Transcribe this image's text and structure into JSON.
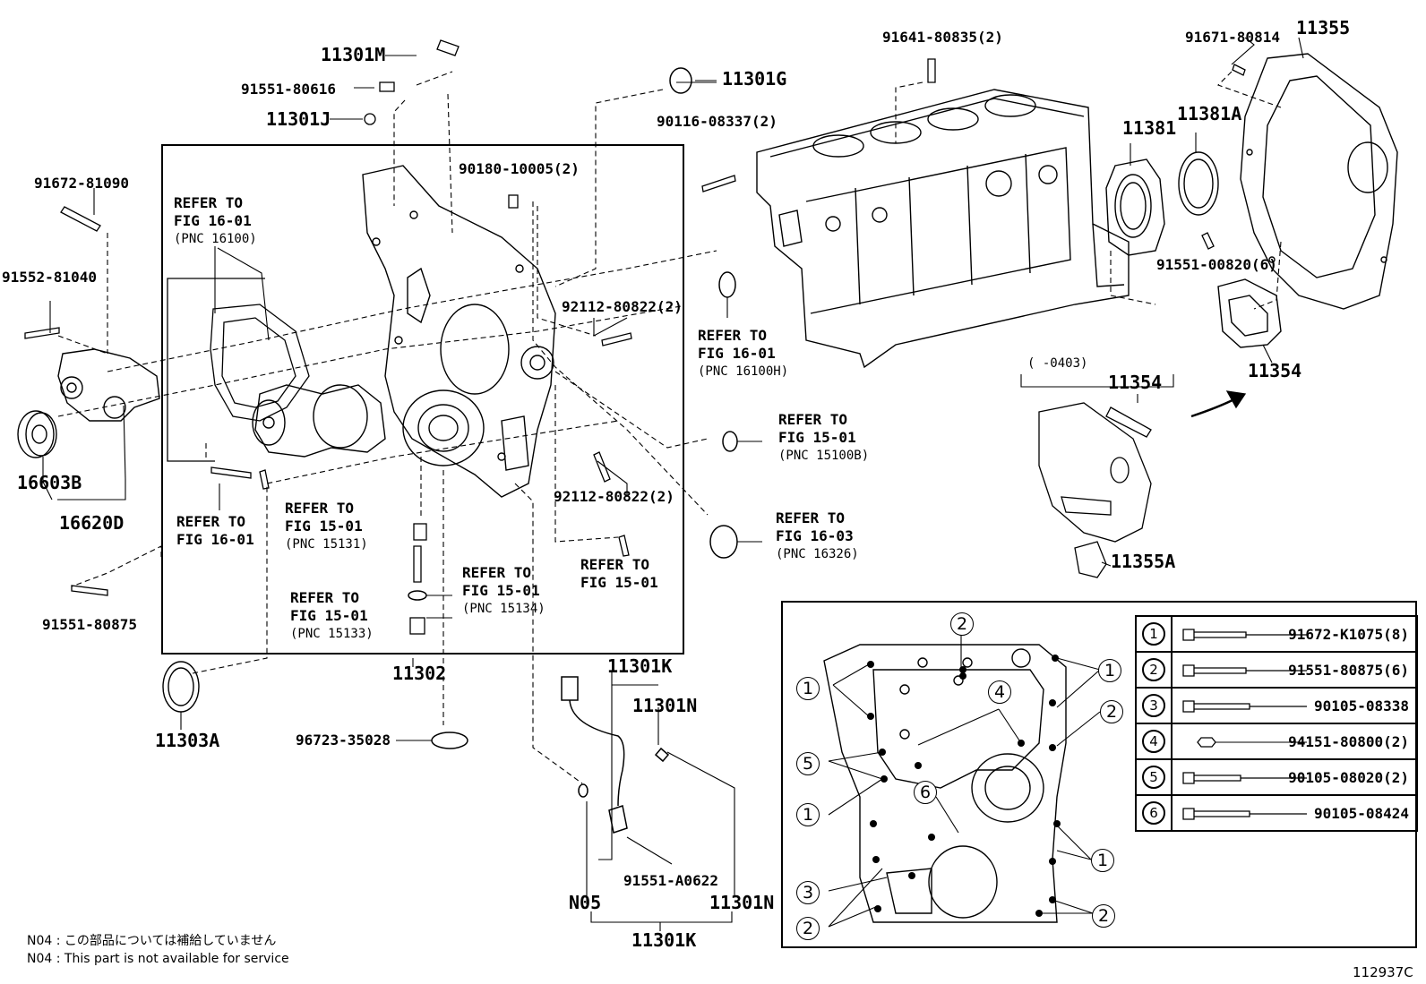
{
  "part_labels": {
    "p11301M": "11301M",
    "p91551_80616": "91551-80616",
    "p11301J": "11301J",
    "p11301G": "11301G",
    "p91641_80835": "91641-80835(2)",
    "p91671_80814": "91671-80814",
    "p11355": "11355",
    "p90116_08337": "90116-08337(2)",
    "p90180_10005": "90180-10005(2)",
    "p11381": "11381",
    "p11381A": "11381A",
    "p91551_00820": "91551-00820(6)",
    "p91672_81090": "91672-81090",
    "p91552_81040": "91552-81040",
    "p92112_80822_a": "92112-80822(2)",
    "p92112_80822_b": "92112-80822(2)",
    "p16603B": "16603B",
    "p16620D": "16620D",
    "p91551_80875": "91551-80875",
    "p11302": "11302",
    "p11303A": "11303A",
    "p96723_35028": "96723-35028",
    "p11301K_top": "11301K",
    "p11301N_top": "11301N",
    "p91551_A0622": "91551-A0622",
    "pN05": "N05",
    "p11301N_bot": "11301N",
    "p11301K_bot": "11301K",
    "p11354_a": "11354",
    "p11354_b": "11354",
    "p11355A": "11355A",
    "p0403": "(     -0403)"
  },
  "refer_notes": {
    "r1": {
      "title": "REFER TO",
      "fig": "FIG 16-01",
      "pnc": "(PNC 16100)"
    },
    "r2": {
      "title": "REFER TO",
      "fig": "FIG 16-01",
      "pnc": "(PNC 16100H)"
    },
    "r3": {
      "title": "REFER TO",
      "fig": "FIG 15-01",
      "pnc": "(PNC 15100B)"
    },
    "r4": {
      "title": "REFER TO",
      "fig": "FIG 16-03",
      "pnc": "(PNC 16326)"
    },
    "r5": {
      "title": "REFER TO",
      "fig": "FIG 16-01"
    },
    "r6": {
      "title": "REFER TO",
      "fig": "FIG 15-01",
      "pnc": "(PNC 15131)"
    },
    "r7": {
      "title": "REFER TO",
      "fig": "FIG 15-01",
      "pnc": "(PNC 15134)"
    },
    "r8": {
      "title": "REFER TO",
      "fig": "FIG 15-01",
      "pnc": "(PNC 15133)"
    },
    "r9": {
      "title": "REFER TO",
      "fig": "FIG 15-01"
    }
  },
  "inset_markers": {
    "m1": "1",
    "m2": "2",
    "m3": "3",
    "m4": "4",
    "m5": "5",
    "m6": "6"
  },
  "legend": [
    {
      "num": "1",
      "part": "91672-K1075(8)"
    },
    {
      "num": "2",
      "part": "91551-80875(6)"
    },
    {
      "num": "3",
      "part": "90105-08338"
    },
    {
      "num": "4",
      "part": "94151-80800(2)"
    },
    {
      "num": "5",
      "part": "90105-08020(2)"
    },
    {
      "num": "6",
      "part": "90105-08424"
    }
  ],
  "notes": {
    "jp": "N04 : この部品については補給していません",
    "en": "N04 : This part is not available for service"
  },
  "figure_id": "112937C"
}
